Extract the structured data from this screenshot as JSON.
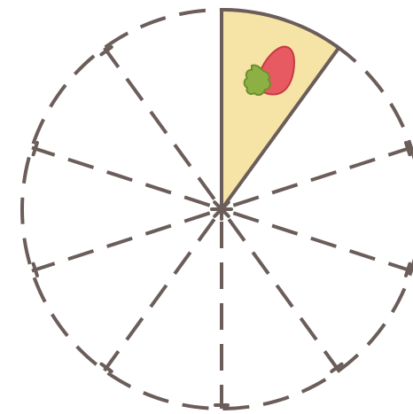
{
  "puzzle": {
    "total_slices": 10,
    "filled_slices": 1,
    "fraction_filled": 0.1
  },
  "colors": {
    "outline": "#6b5e5a",
    "slice_fill": "#f6e4a6",
    "strawberry": "#e85a61",
    "strawberry_outline": "#c63b45",
    "leaf": "#8db045",
    "leaf_outline": "#6e8f2e",
    "background": "#ffffff"
  },
  "icons": {
    "topping": "strawberry-icon",
    "leaf": "strawberry-leaf-icon",
    "center": "center-asterisk-icon"
  }
}
